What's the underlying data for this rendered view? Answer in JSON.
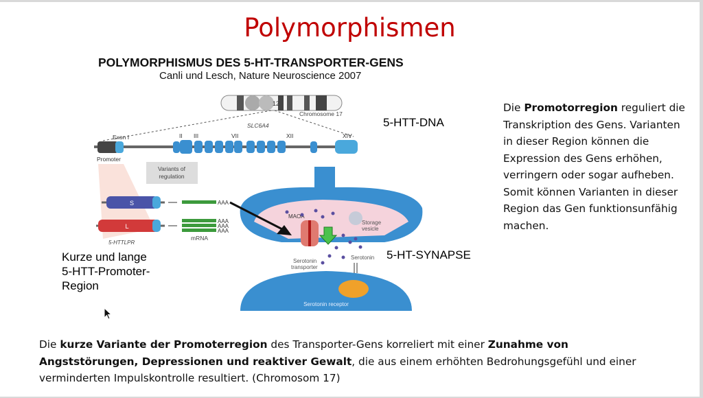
{
  "slide": {
    "title": "Polymorphismen",
    "figure": {
      "title": "POLYMORPHISMUS DES 5-HT-TRANSPORTER-GENS",
      "citation": "Canli und Lesch, Nature Neuroscience 2007",
      "labels": {
        "chromosome_band": "12",
        "chromosome": "Chromosome 17",
        "gene": "SLC6A4",
        "exon1": "Exon I",
        "exon2": "II",
        "exon3": "III",
        "exon7": "VII",
        "exon12": "XII",
        "exon14": "XIV",
        "promoter": "Promoter",
        "variants": "Variants of",
        "variants2": "regulation",
        "short": "S",
        "long": "L",
        "httlpr": "5-HTTLPR",
        "aaa": "AAA",
        "mrna": "mRNA",
        "maoa": "MAOA",
        "storage": "Storage",
        "vesicle": "vesicle",
        "serotonin": "Serotonin",
        "transporter1": "Serotonin",
        "transporter2": "transporter",
        "receptor": "Serotonin receptor"
      },
      "dna_label": "5-HTT-DNA",
      "synapse_label": "5-HT-SYNAPSE",
      "promoter_caption": [
        "Kurze und lange",
        "5-HTT-Promoter-",
        "Region"
      ]
    },
    "right_text": {
      "p1": "Die ",
      "b1": "Promotorregion",
      "p2": " reguliert die Transkription des Gens. Varianten in dieser Region können die Expression des Gens erhöhen, verringern oder sogar aufheben. Somit können Varianten in dieser Region das Gen funktionsunfähig machen."
    },
    "bottom_text": {
      "p1": "Die ",
      "b1": "kurze Variante der Promoterregion",
      "p2": " des Transporter-Gens korreliert mit einer ",
      "b2": "Zunahme von Angststörungen, Depressionen und reaktiver Gewalt",
      "p3": ", die aus einem erhöhten Bedrohungsgefühl und einer verminderten Impulskontrolle resultiert. (Chromosom 17)"
    }
  },
  "colors": {
    "title": "#c00000",
    "exon": "#3a8fd0",
    "short": "#4a54a8",
    "long": "#d23a3a",
    "mrna": "#3c9a3c"
  }
}
